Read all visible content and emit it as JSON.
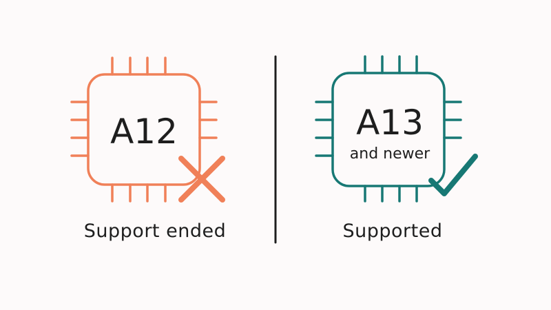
{
  "colors": {
    "background": "#fdfafa",
    "deprecated": "#f08058",
    "supported": "#177874",
    "text": "#1e1e1e",
    "divider": "#1e1e1e"
  },
  "left_chip": {
    "label": "A12",
    "status_icon": "cross-icon",
    "caption": "Support ended"
  },
  "right_chip": {
    "label": "A13",
    "sublabel": "and newer",
    "status_icon": "checkmark-icon",
    "caption": "Supported"
  }
}
